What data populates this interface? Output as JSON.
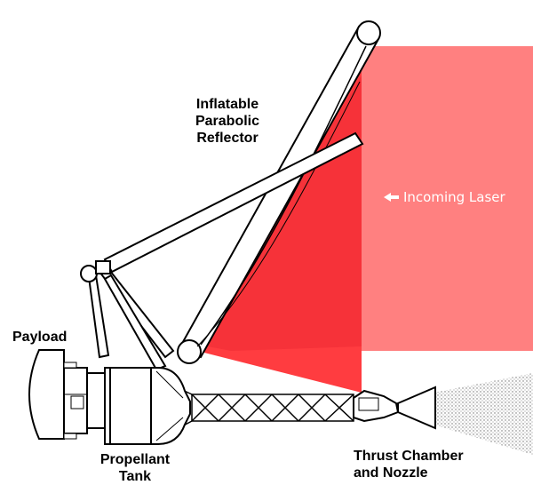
{
  "labels": {
    "reflector": [
      "Inflatable",
      "Parabolic",
      "Reflector"
    ],
    "laser": "Incoming Laser",
    "payload": "Payload",
    "tank": [
      "Propellant",
      "Tank"
    ],
    "thrust": [
      "Thrust Chamber",
      "and Nozzle"
    ]
  },
  "colors": {
    "incoming_laser": "#ff8080",
    "focused_beam": "#ff3c40",
    "focused_beam_deep": "#e8202a",
    "line": "#000000",
    "background": "#ffffff"
  },
  "icons": {
    "laser_direction": "left-arrow-icon"
  }
}
